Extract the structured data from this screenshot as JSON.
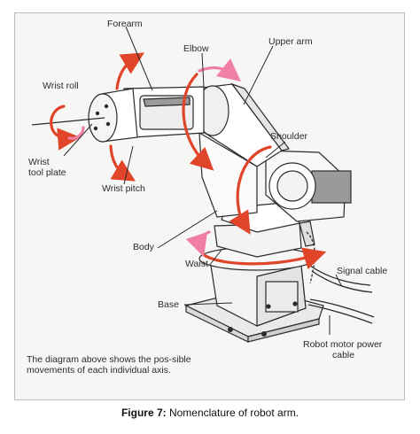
{
  "labels": {
    "forearm": "Forearm",
    "elbow": "Elbow",
    "upper_arm": "Upper arm",
    "wrist_roll": "Wrist roll",
    "shoulder": "Shoulder",
    "wrist": "Wrist",
    "tool_plate": "tool plate",
    "wrist_pitch": "Wrist pitch",
    "body": "Body",
    "waist": "Waist",
    "signal_cable": "Signal cable",
    "base": "Base",
    "motor_cable_1": "Robot motor power",
    "motor_cable_2": "cable"
  },
  "note": "The diagram above shows the pos-sible movements of each individual axis.",
  "caption": {
    "prefix": "Figure 7:",
    "text": " Nomenclature of robot arm."
  },
  "colors": {
    "arrow_red": "#e0452a",
    "arrow_pink": "#f07fa6",
    "line": "#2b2b2b",
    "frame_bg": "#f6f6f5"
  }
}
